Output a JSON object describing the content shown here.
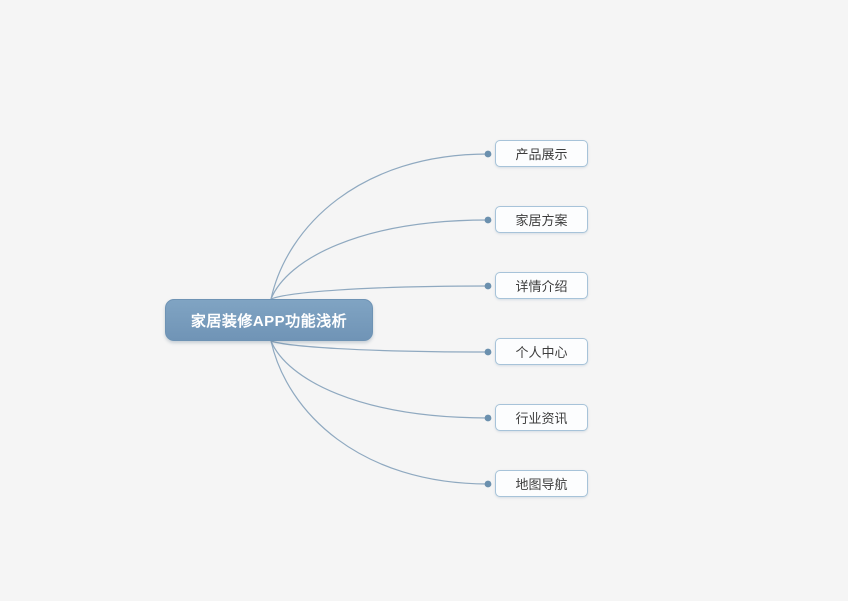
{
  "diagram": {
    "root": {
      "label": "家居装修APP功能浅析"
    },
    "children": [
      {
        "label": "产品展示"
      },
      {
        "label": "家居方案"
      },
      {
        "label": "详情介绍"
      },
      {
        "label": "个人中心"
      },
      {
        "label": "行业资讯"
      },
      {
        "label": "地图导航"
      }
    ],
    "colors": {
      "background": "#f5f5f5",
      "root_fill_top": "#80a4c3",
      "root_fill_bottom": "#7094b6",
      "root_border": "#6e93b4",
      "root_text": "#ffffff",
      "child_fill": "#fcfdfe",
      "child_border": "#a7c3d9",
      "child_text": "#3d3d3d",
      "connector": "#8fa9c0",
      "connector_dot": "#6b90ae"
    }
  }
}
